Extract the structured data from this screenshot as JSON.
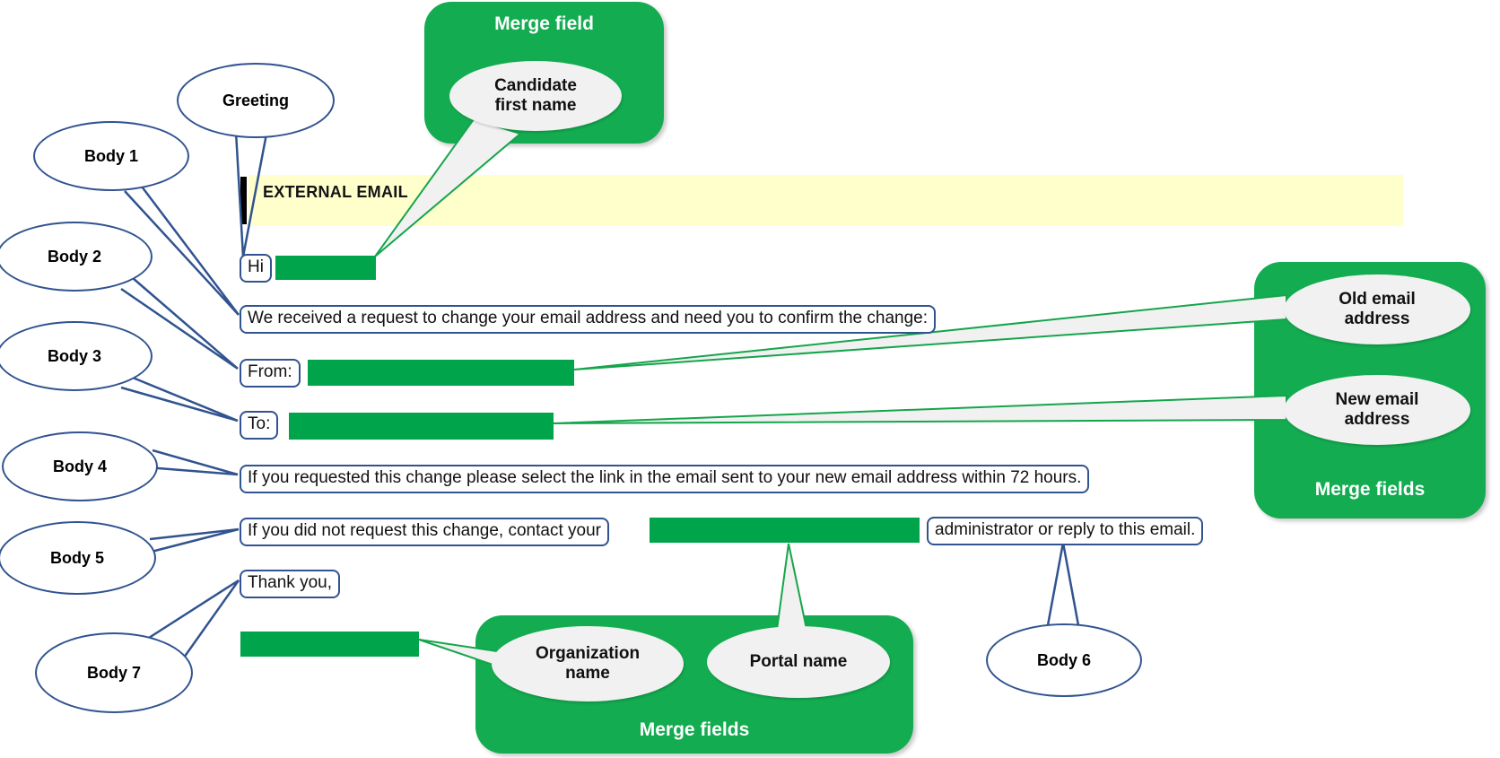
{
  "banner": {
    "text": "EXTERNAL EMAIL"
  },
  "email_lines": {
    "greeting": "Hi",
    "body1": "We received a request to change your email address and need you to confirm the change:",
    "from_label": "From:",
    "to_label": "To:",
    "body4": "If you requested this change please select the link in the email sent to your new email address within 72 hours.",
    "body5": "If you did not request this change, contact your",
    "body6": "administrator or reply to this email.",
    "body7": "Thank you,"
  },
  "callouts": {
    "greeting": "Greeting",
    "body1": "Body 1",
    "body2": "Body 2",
    "body3": "Body 3",
    "body4": "Body 4",
    "body5": "Body 5",
    "body6": "Body 6",
    "body7": "Body 7"
  },
  "merge_boxes": {
    "top": {
      "title": "Merge field",
      "field1": "Candidate first name"
    },
    "right": {
      "title": "Merge fields",
      "field1": "Old email address",
      "field2": "New email address"
    },
    "bottom": {
      "title": "Merge fields",
      "field1": "Organization name",
      "field2": "Portal name"
    }
  },
  "colors": {
    "merge_rect_green": "#00A44A",
    "merge_box_green": "#13AC50",
    "callout_navy": "#31538F",
    "banner_yellow": "#FFFFCC",
    "field_ellipse_gray": "#F1F1F1"
  }
}
